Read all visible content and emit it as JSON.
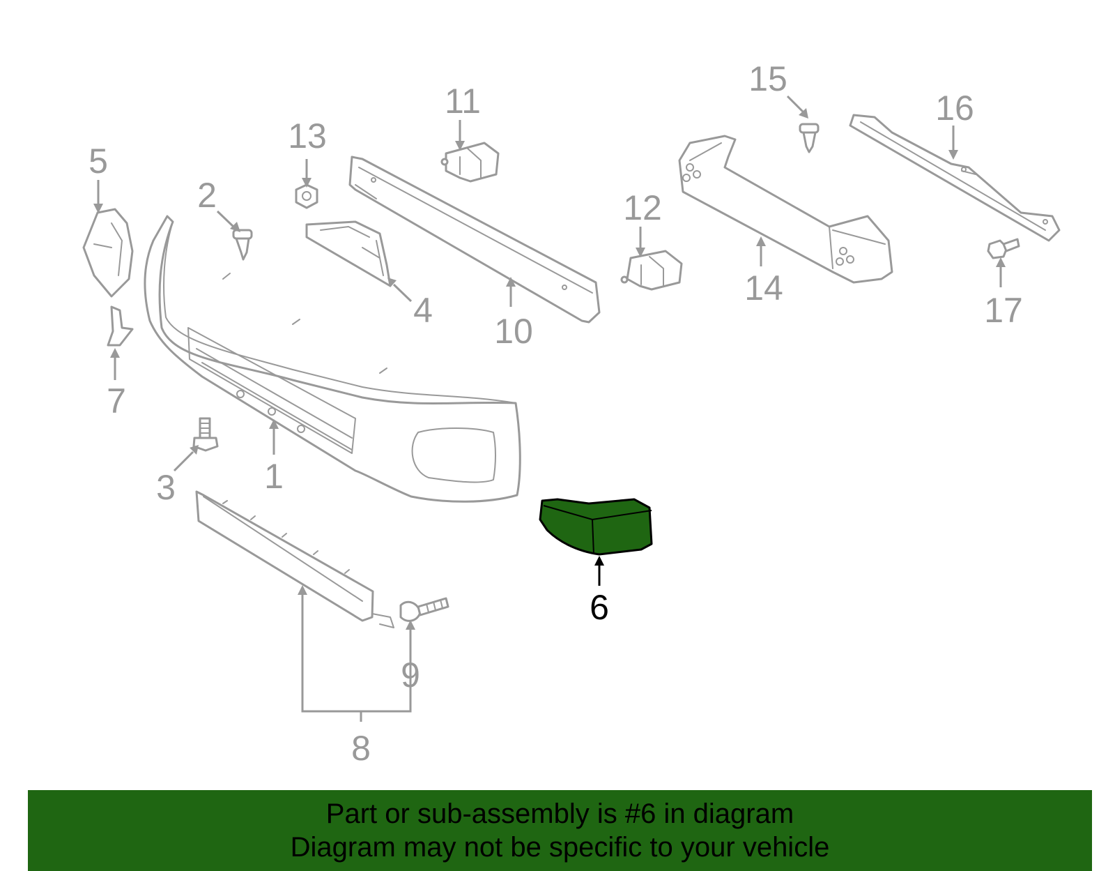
{
  "diagram": {
    "highlighted_part": "6",
    "callouts": {
      "c1": "1",
      "c2": "2",
      "c3": "3",
      "c4": "4",
      "c5": "5",
      "c6": "6",
      "c7": "7",
      "c8": "8",
      "c9": "9",
      "c10": "10",
      "c11": "11",
      "c12": "12",
      "c13": "13",
      "c14": "14",
      "c15": "15",
      "c16": "16",
      "c17": "17"
    },
    "colors": {
      "part_outline": "#999999",
      "highlight_fill": "#1f6612",
      "highlight_text": "#000000",
      "banner_bg": "#1f6612"
    }
  },
  "banner": {
    "line1": "Part or sub-assembly is #6 in diagram",
    "line2": "Diagram may not be specific to your vehicle"
  }
}
